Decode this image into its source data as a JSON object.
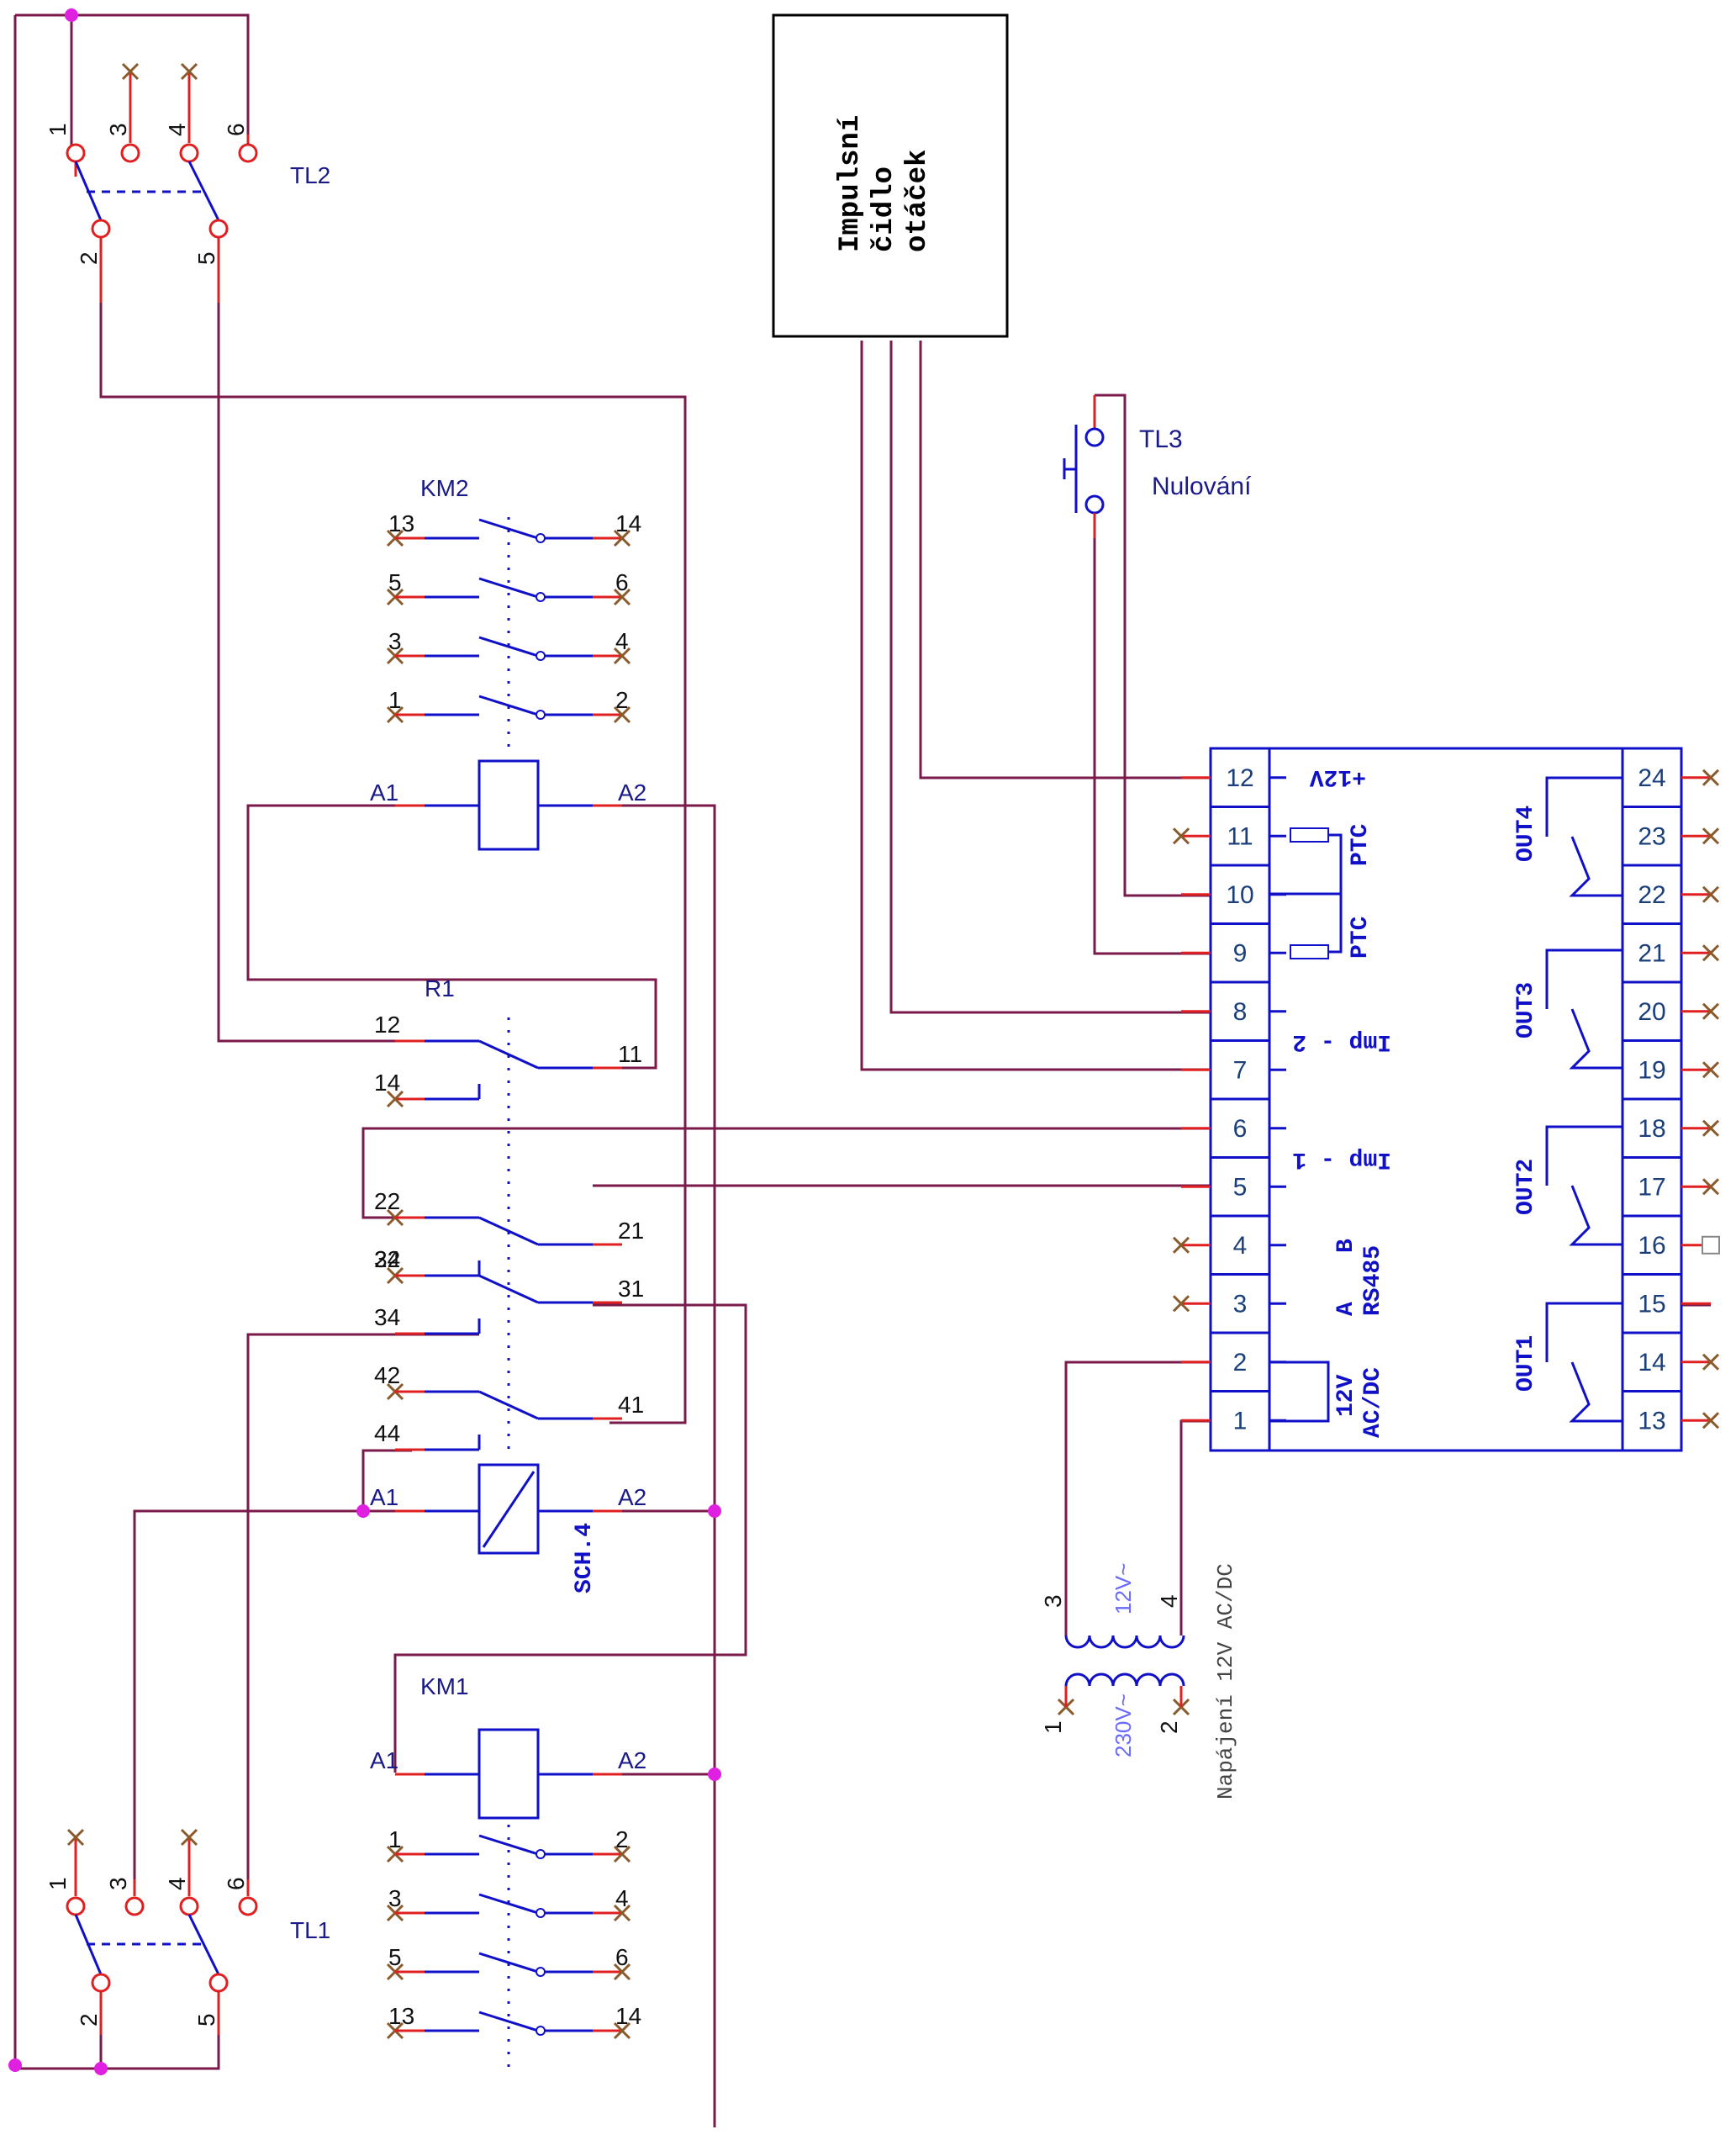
{
  "title": "",
  "components": {
    "tl2": {
      "label": "TL2",
      "pins": [
        "1",
        "3",
        "4",
        "6",
        "2",
        "5"
      ]
    },
    "tl1": {
      "label": "TL1",
      "pins": [
        "1",
        "3",
        "4",
        "6",
        "2",
        "5"
      ]
    },
    "tl3": {
      "label": "TL3",
      "caption": "Nulování"
    },
    "km2": {
      "label": "KM2",
      "contacts": [
        [
          "13",
          "14"
        ],
        [
          "5",
          "6"
        ],
        [
          "3",
          "4"
        ],
        [
          "1",
          "2"
        ]
      ],
      "coil": [
        "A1",
        "A2"
      ]
    },
    "km1": {
      "label": "KM1",
      "contacts": [
        [
          "1",
          "2"
        ],
        [
          "3",
          "4"
        ],
        [
          "5",
          "6"
        ],
        [
          "13",
          "14"
        ]
      ],
      "coil": [
        "A1",
        "A2"
      ]
    },
    "r1": {
      "label": "R1",
      "contacts": [
        [
          "12",
          "11",
          "14"
        ],
        [
          "22",
          "21",
          "24"
        ],
        [
          "32",
          "31",
          "34"
        ],
        [
          "42",
          "41",
          "44"
        ]
      ],
      "coil": [
        "A1",
        "A2"
      ],
      "coil_note": "SCH.4"
    },
    "sensor": {
      "lines": [
        "Impulsní",
        "čidlo",
        "otáček"
      ]
    },
    "transformer": {
      "primary": "230V~",
      "secondary": "12V~",
      "pins": [
        "1",
        "2",
        "3",
        "4"
      ],
      "caption": "Napájení 12V AC/DC"
    },
    "controller": {
      "left_pins": [
        "12",
        "11",
        "10",
        "9",
        "8",
        "7",
        "6",
        "5",
        "4",
        "3",
        "2",
        "1"
      ],
      "right_pins": [
        "24",
        "23",
        "22",
        "21",
        "20",
        "19",
        "18",
        "17",
        "16",
        "15",
        "14",
        "13"
      ],
      "texts": {
        "v12": "+12V",
        "ptc_a": "PTC",
        "ptc_b": "PTC",
        "imp2": "Imp - 2",
        "imp1": "Imp - 1",
        "b": "B",
        "a": "A",
        "rs485": "RS485",
        "pwr": "12V",
        "acdc": "AC/DC",
        "out4": "OUT4",
        "out3": "OUT3",
        "out2": "OUT2",
        "out1": "OUT1"
      }
    }
  },
  "colors": {
    "wire": "#7a1a4a",
    "symbol": "#1010c8",
    "terminal": "#e02020",
    "junction": "#e020e0",
    "unused": "#8b5a2b"
  }
}
